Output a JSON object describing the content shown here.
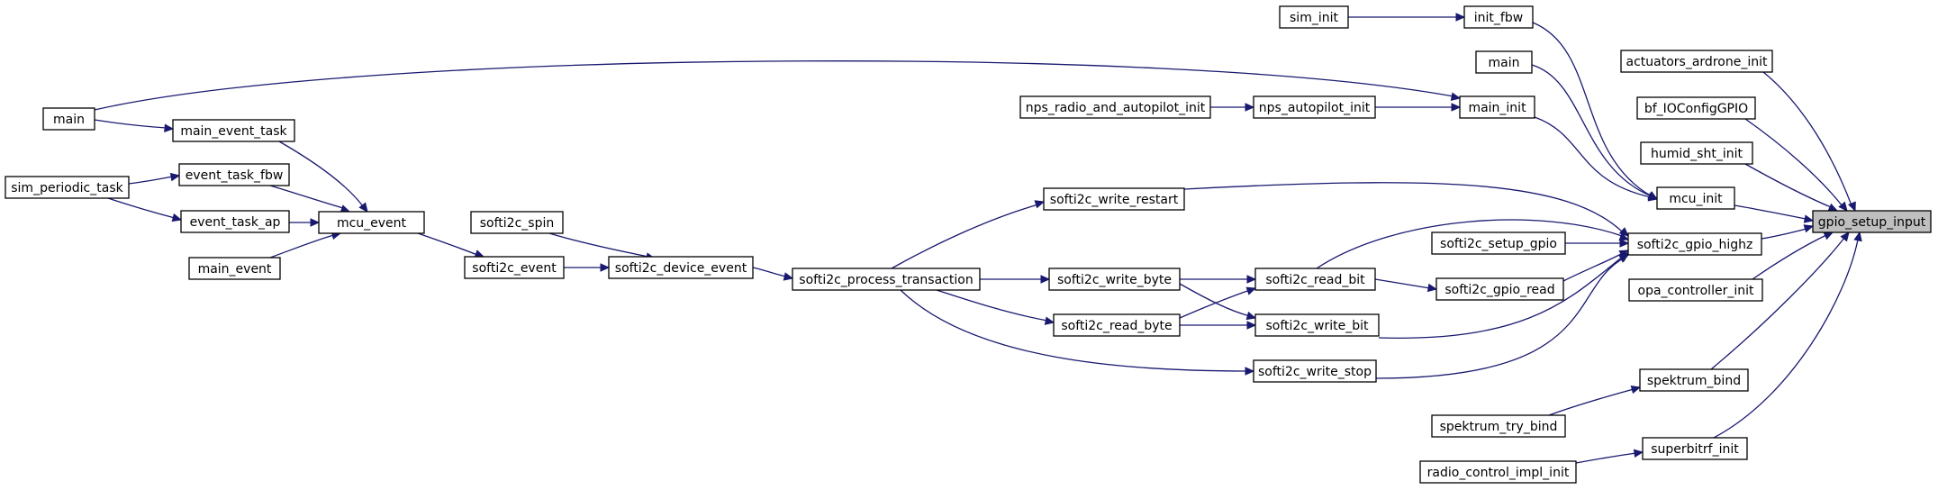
{
  "graph": {
    "focus_node": "gpio_setup_input",
    "edge_color": "#191970",
    "focus_fill": "#bfbfbf",
    "nodes": {
      "gpio_setup_input": "gpio_setup_input",
      "actuators_ardrone_init": "actuators_ardrone_init",
      "bf_IOConfigGPIO": "bf_IOConfigGPIO",
      "humid_sht_init": "humid_sht_init",
      "mcu_init": "mcu_init",
      "softi2c_gpio_highz": "softi2c_gpio_highz",
      "opa_controller_init": "opa_controller_init",
      "spektrum_bind": "spektrum_bind",
      "superbitrf_init": "superbitrf_init",
      "init_fbw": "init_fbw",
      "sim_init": "sim_init",
      "main_top": "main",
      "main_init": "main_init",
      "nps_autopilot_init": "nps_autopilot_init",
      "nps_radio_and_autopilot_init": "nps_radio_and_autopilot_init",
      "main_left": "main",
      "main_event_task": "main_event_task",
      "softi2c_write_restart": "softi2c_write_restart",
      "softi2c_setup_gpio": "softi2c_setup_gpio",
      "softi2c_read_bit": "softi2c_read_bit",
      "softi2c_gpio_read": "softi2c_gpio_read",
      "softi2c_write_bit": "softi2c_write_bit",
      "softi2c_write_stop": "softi2c_write_stop",
      "softi2c_write_byte": "softi2c_write_byte",
      "softi2c_read_byte": "softi2c_read_byte",
      "softi2c_process_transaction": "softi2c_process_transaction",
      "softi2c_device_event": "softi2c_device_event",
      "softi2c_event": "softi2c_event",
      "softi2c_spin": "softi2c_spin",
      "mcu_event": "mcu_event",
      "event_task_fbw": "event_task_fbw",
      "event_task_ap": "event_task_ap",
      "main_event": "main_event",
      "sim_periodic_task": "sim_periodic_task",
      "spektrum_try_bind": "spektrum_try_bind",
      "radio_control_impl_init": "radio_control_impl_init"
    }
  }
}
